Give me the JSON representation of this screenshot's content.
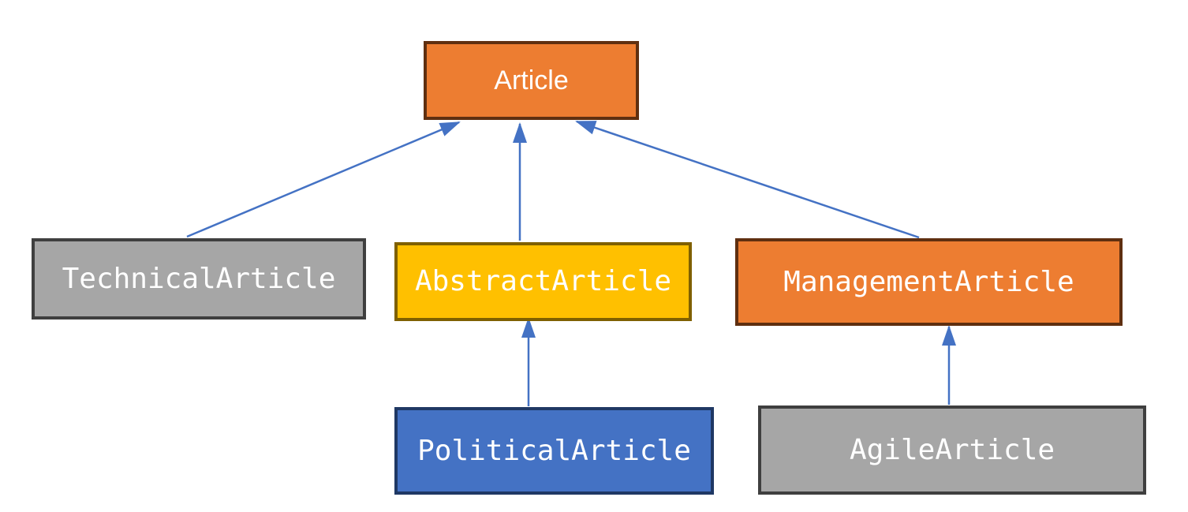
{
  "diagram": {
    "kind": "class-inheritance-diagram",
    "background_color": "#FFFFFF",
    "arrow_color": "#4472C4",
    "nodes": [
      {
        "id": "article",
        "label": "Article",
        "fill": "#ED7D31",
        "border": "#5F2F10",
        "text_color": "#FFFFFF"
      },
      {
        "id": "technical-article",
        "label": "TechnicalArticle",
        "fill": "#A6A6A6",
        "border": "#3F3F3F",
        "text_color": "#FFFFFF"
      },
      {
        "id": "abstract-article",
        "label": "AbstractArticle",
        "fill": "#FFC000",
        "border": "#7F6000",
        "text_color": "#FFFFFF"
      },
      {
        "id": "management-article",
        "label": "ManagementArticle",
        "fill": "#ED7D31",
        "border": "#5F2F10",
        "text_color": "#FFFFFF"
      },
      {
        "id": "political-article",
        "label": "PoliticalArticle",
        "fill": "#4472C4",
        "border": "#1F3864",
        "text_color": "#FFFFFF"
      },
      {
        "id": "agile-article",
        "label": "AgileArticle",
        "fill": "#A6A6A6",
        "border": "#3F3F3F",
        "text_color": "#FFFFFF"
      }
    ],
    "edges": [
      {
        "from": "TechnicalArticle",
        "to": "Article",
        "style": "solid-line-filled-arrowhead"
      },
      {
        "from": "AbstractArticle",
        "to": "Article",
        "style": "solid-line-filled-arrowhead"
      },
      {
        "from": "ManagementArticle",
        "to": "Article",
        "style": "solid-line-filled-arrowhead"
      },
      {
        "from": "PoliticalArticle",
        "to": "AbstractArticle",
        "style": "solid-line-filled-arrowhead"
      },
      {
        "from": "AgileArticle",
        "to": "ManagementArticle",
        "style": "solid-line-filled-arrowhead"
      }
    ]
  }
}
